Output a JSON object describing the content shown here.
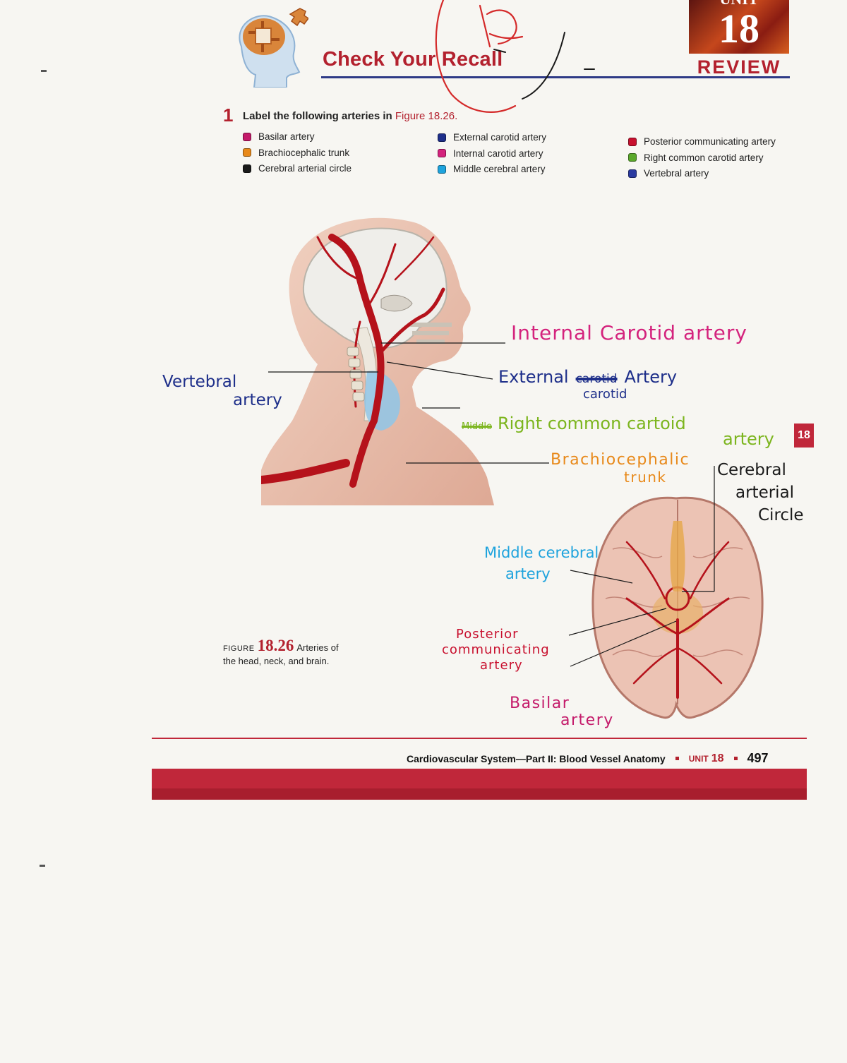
{
  "header": {
    "title": "Check Your Recall",
    "unit_word": "UNIT",
    "unit_number": "18",
    "review_word": "REVIEW"
  },
  "question": {
    "number": "1",
    "prompt": "Label the following arteries in",
    "figure_ref": "Figure 18.26."
  },
  "terms": {
    "col1": [
      {
        "label": "Basilar artery",
        "color": "#c41a6a"
      },
      {
        "label": "Brachiocephalic trunk",
        "color": "#e8891a"
      },
      {
        "label": "Cerebral arterial circle",
        "color": "#1a1a1a"
      }
    ],
    "col2": [
      {
        "label": "External carotid artery",
        "color": "#1e2f8a"
      },
      {
        "label": "Internal carotid artery",
        "color": "#d4237d"
      },
      {
        "label": "Middle cerebral artery",
        "color": "#1ea3dd"
      }
    ],
    "col3": [
      {
        "label": "Posterior communicating artery",
        "color": "#c8102e"
      },
      {
        "label": "Right common carotid artery",
        "color": "#5aa82a"
      },
      {
        "label": "Vertebral artery",
        "color": "#2a3aa0"
      }
    ]
  },
  "handwritten": {
    "internal_carotid": "Internal Carotid artery",
    "external_carotid_line1": "External",
    "external_carotid_struck": "carotid",
    "external_carotid_word": "Artery",
    "external_carotid_line2": "carotid",
    "vertebral_line1": "Vertebral",
    "vertebral_line2": "artery",
    "right_common_line1": "Right common cartoid",
    "right_common_line2": "artery",
    "right_common_struck": "Middle",
    "brachio_line1": "Brachiocephalic",
    "brachio_line2": "trunk",
    "circle_line1": "Cerebral",
    "circle_line2": "arterial",
    "circle_line3": "Circle",
    "middle_line1": "Middle cerebral",
    "middle_line2": "artery",
    "posterior_line1": "Posterior",
    "posterior_line2": "communicating",
    "posterior_line3": "artery",
    "basilar_line1": "Basilar",
    "basilar_line2": "artery"
  },
  "caption": {
    "figure_word": "FIGURE",
    "figure_number": "18.26",
    "text_line1": "Arteries of",
    "text_line2": "the head, neck, and brain."
  },
  "footer": {
    "chapter": "Cardiovascular System—Part II: Blood Vessel Anatomy",
    "unit_label": "UNIT",
    "unit_number": "18",
    "page_number": "497",
    "side_tab": "18"
  },
  "colors": {
    "accent_red": "#b3212e",
    "rule_blue": "#2e3a86",
    "ink_pink": "#d4237d",
    "ink_navy": "#1e2f8a",
    "ink_green": "#7cb51e",
    "ink_orange": "#e8891a",
    "ink_black": "#1a1a1a",
    "ink_cyan": "#1ea3dd",
    "ink_red": "#c8102e",
    "ink_magenta": "#c41a6a"
  }
}
